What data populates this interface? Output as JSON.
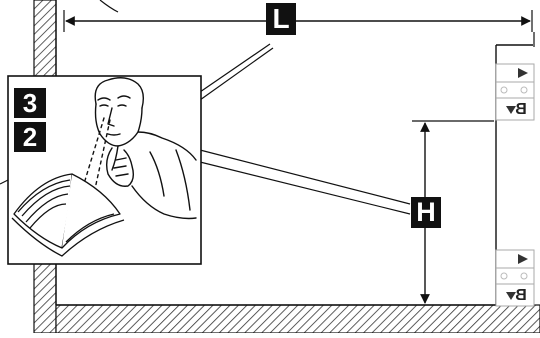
{
  "labels": {
    "width_marker": "L",
    "height_marker": "H"
  },
  "steps": [
    {
      "number": "3"
    },
    {
      "number": "2"
    }
  ],
  "sheet_marker": {
    "letter": "B",
    "color": "#888888"
  },
  "colors": {
    "ink": "#111111",
    "hatch": "#333333",
    "paper": "#ffffff"
  }
}
